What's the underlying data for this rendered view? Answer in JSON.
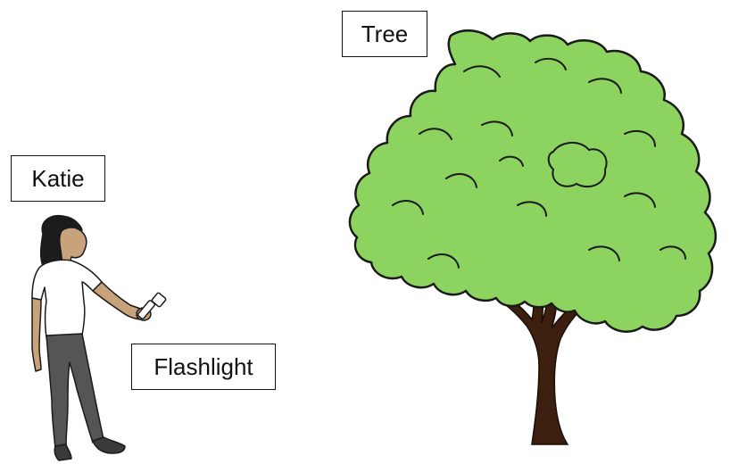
{
  "labels": {
    "tree": "Tree",
    "katie": "Katie",
    "flashlight": "Flashlight"
  },
  "colors": {
    "foliage": "#8dd35f",
    "foliage_outline": "#1a1a1a",
    "trunk": "#3d1f0f",
    "shirt": "#ffffff",
    "pants": "#555555",
    "skin": "#c8a27a",
    "hair": "#1c1c1c"
  },
  "icons": [
    "tree-illustration",
    "person-illustration",
    "flashlight-icon"
  ]
}
